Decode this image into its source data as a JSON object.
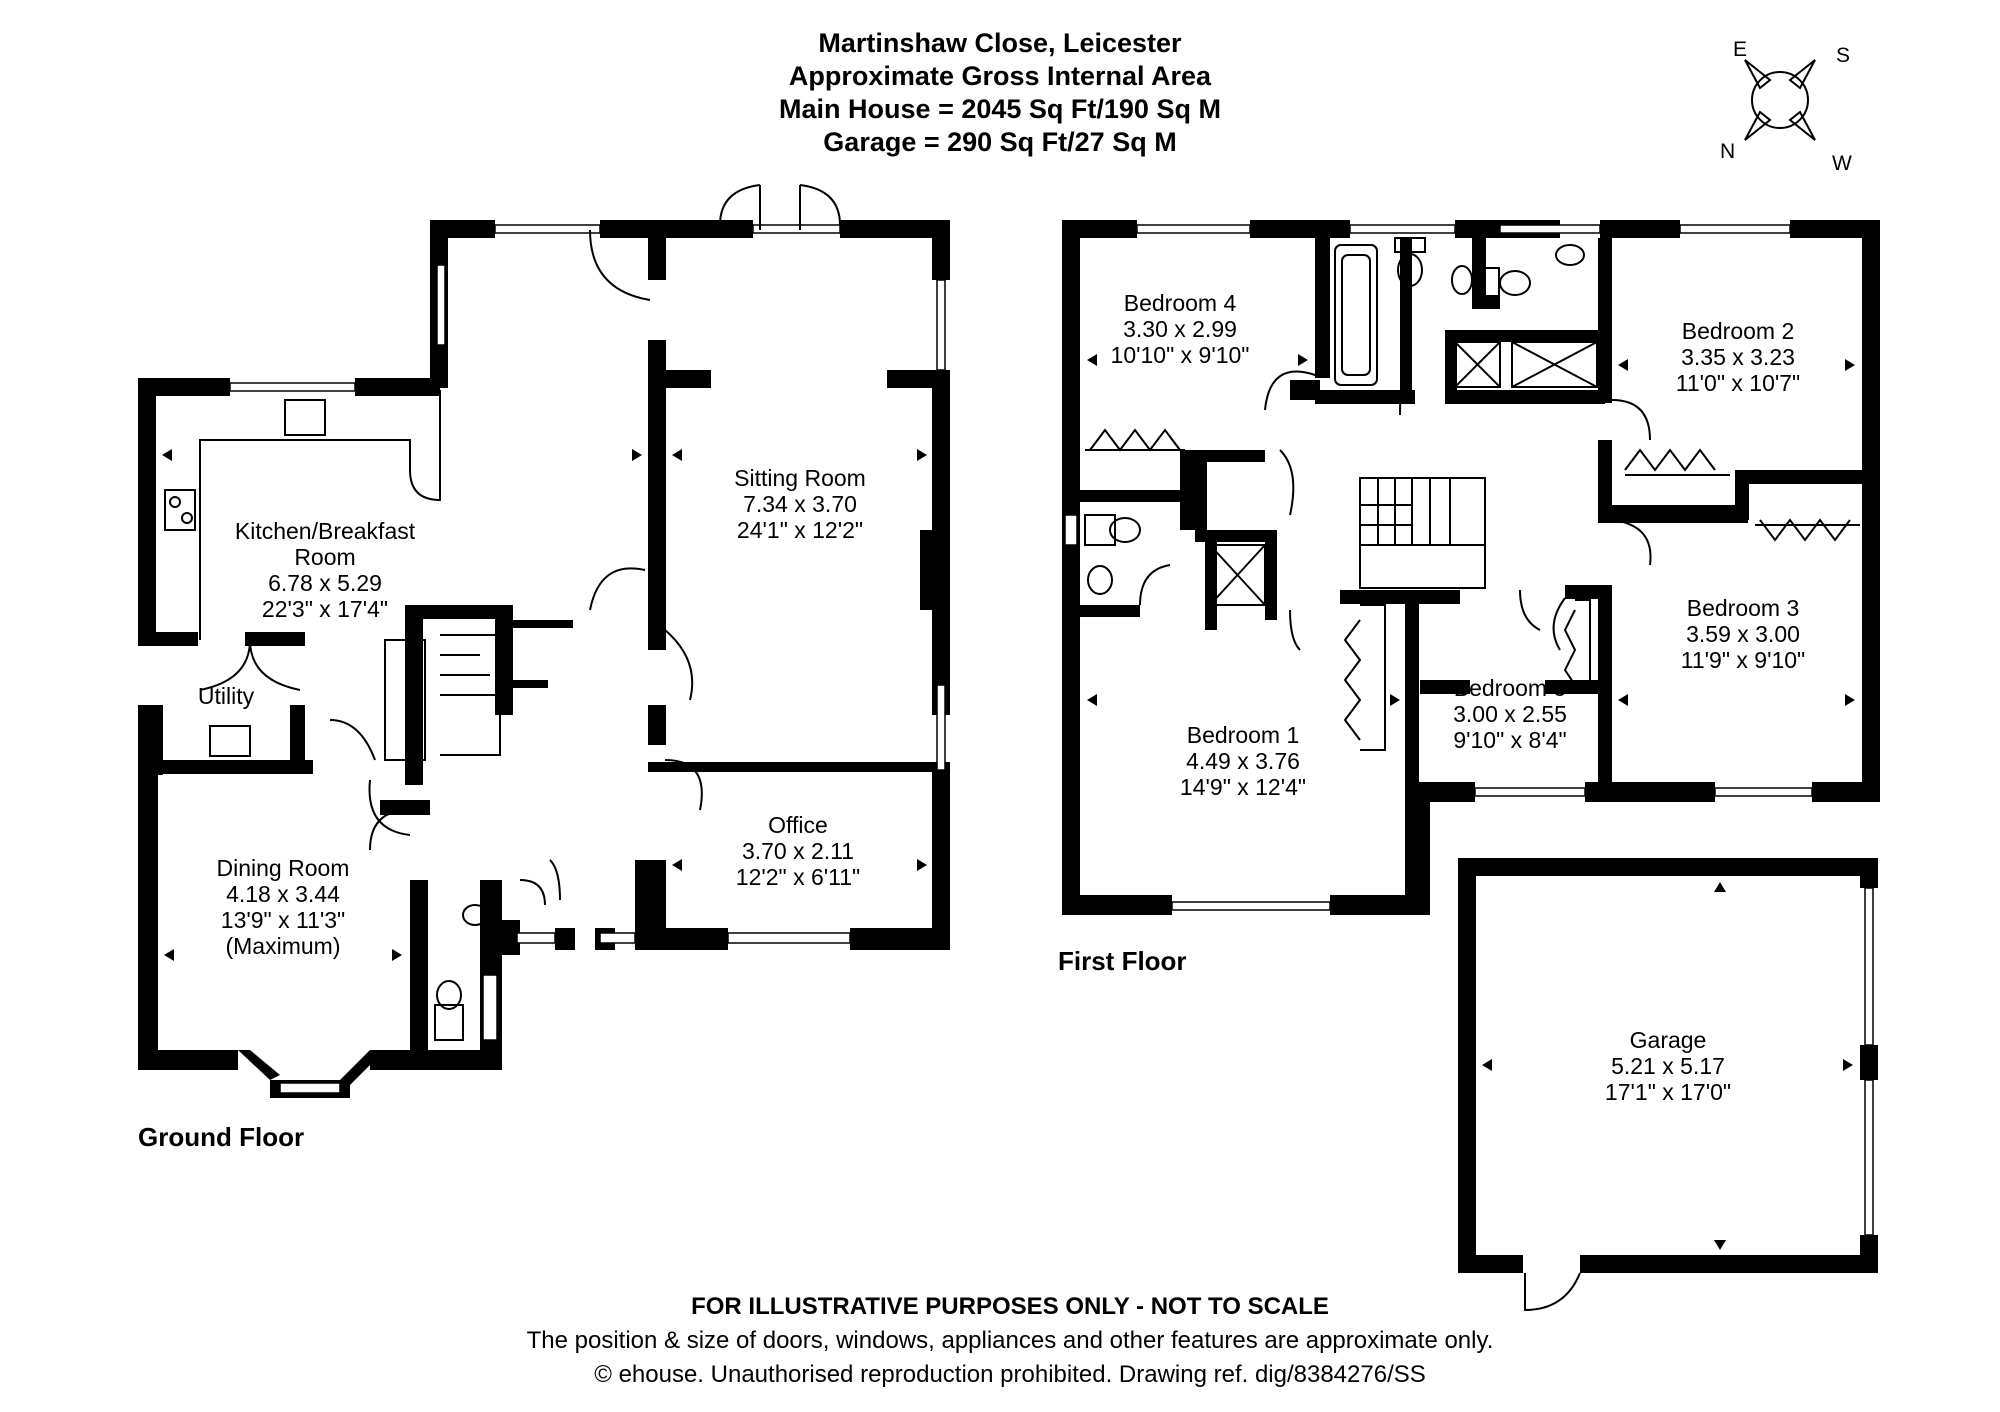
{
  "header": {
    "address": "Martinshaw Close, Leicester",
    "area_title": "Approximate Gross Internal Area",
    "main_house": "Main House = 2045 Sq Ft/190 Sq M",
    "garage": "Garage = 290 Sq Ft/27 Sq M"
  },
  "compass": {
    "e": "E",
    "s": "S",
    "n": "N",
    "w": "W"
  },
  "ground_floor": {
    "label": "Ground Floor",
    "rooms": {
      "kitchen": {
        "name1": "Kitchen/Breakfast",
        "name2": "Room",
        "metric": "6.78 x 5.29",
        "imperial": "22'3\" x 17'4\""
      },
      "utility": {
        "name": "Utility"
      },
      "sitting": {
        "name": "Sitting Room",
        "metric": "7.34 x 3.70",
        "imperial": "24'1\" x 12'2\""
      },
      "office": {
        "name": "Office",
        "metric": "3.70 x 2.11",
        "imperial": "12'2\" x 6'11\""
      },
      "dining": {
        "name": "Dining Room",
        "metric": "4.18 x 3.44",
        "imperial": "13'9\" x 11'3\"",
        "note": "(Maximum)"
      }
    }
  },
  "first_floor": {
    "label": "First Floor",
    "rooms": {
      "bedroom4": {
        "name": "Bedroom 4",
        "metric": "3.30 x 2.99",
        "imperial": "10'10\" x 9'10\""
      },
      "bedroom2": {
        "name": "Bedroom 2",
        "metric": "3.35 x 3.23",
        "imperial": "11'0\" x 10'7\""
      },
      "bedroom3": {
        "name": "Bedroom 3",
        "metric": "3.59 x 3.00",
        "imperial": "11'9\" x 9'10\""
      },
      "bedroom5": {
        "name": "Bedroom 5",
        "metric": "3.00 x 2.55",
        "imperial": "9'10\" x 8'4\""
      },
      "bedroom1": {
        "name": "Bedroom 1",
        "metric": "4.49 x 3.76",
        "imperial": "14'9\" x 12'4\""
      }
    }
  },
  "garage": {
    "name": "Garage",
    "metric": "5.21 x 5.17",
    "imperial": "17'1\" x 17'0\""
  },
  "footer": {
    "disclaimer": "FOR ILLUSTRATIVE PURPOSES ONLY - NOT TO SCALE",
    "note": "The position & size of doors, windows, appliances and other features are approximate only.",
    "copyright": "© ehouse. Unauthorised reproduction prohibited. Drawing ref. dig/8384276/SS"
  }
}
